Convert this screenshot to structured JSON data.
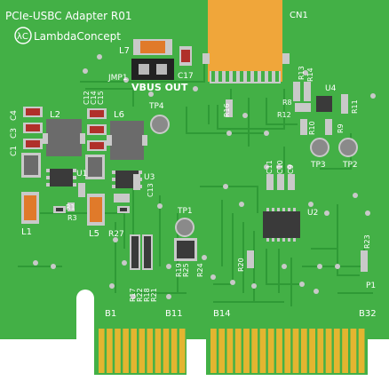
{
  "board": {
    "title": "PCIe-USBC Adapter R01",
    "brand_logo_text": "λC",
    "brand": "LambdaConcept",
    "vbus_label": "VBUS OUT",
    "colors": {
      "substrate": "#43b046",
      "trace": "#2f9a36",
      "silkscreen": "#ffffff",
      "gold": "#e3b530",
      "copper_pad": "#c9c9c9",
      "connector": "#f0a63a",
      "ic_body": "#3a3a3a",
      "cap_red": "#b0302a",
      "cap_orange": "#e07a2a"
    }
  },
  "designators": {
    "cn1": "CN1",
    "l7": "L7",
    "c17": "C17",
    "jmp1": "JMP1",
    "l2": "L2",
    "l6": "L6",
    "tp4": "TP4",
    "c1": "C1",
    "c3": "C3",
    "c4": "C4",
    "c12": "C12",
    "c14": "C14",
    "c15": "C15",
    "u1": "U1",
    "u3": "U3",
    "c13": "C13",
    "r1": "R1",
    "r3": "R3",
    "l1": "L1",
    "l5": "L5",
    "r27": "R27",
    "tp1": "TP1",
    "r16": "R16",
    "r13": "R13",
    "r14": "R14",
    "u4": "U4",
    "r8": "R8",
    "r12": "R12",
    "r11": "R11",
    "r10": "R10",
    "r9": "R9",
    "tp3": "TP3",
    "tp2": "TP2",
    "c11": "C11",
    "c10": "C10",
    "c9": "C9",
    "u2": "U2",
    "r23": "R23",
    "r20": "R20",
    "r19": "R19",
    "r25": "R25",
    "r24": "R24",
    "r17": "R17",
    "r22": "R22",
    "r18": "R18",
    "r21": "R21",
    "p1": "P1",
    "b1": "B1",
    "b11": "B11",
    "b14": "B14",
    "b32": "B32"
  }
}
